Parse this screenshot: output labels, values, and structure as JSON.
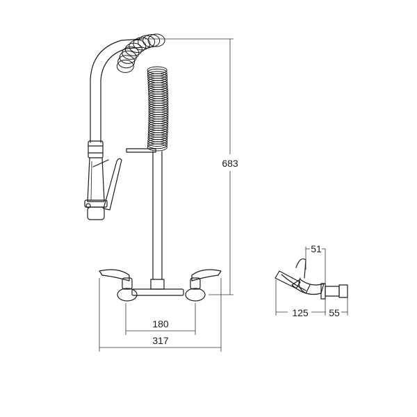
{
  "dimensions": {
    "height": "683",
    "centres": "180",
    "overall_width": "317",
    "spout": "51",
    "depth": "125",
    "wall": "55"
  }
}
